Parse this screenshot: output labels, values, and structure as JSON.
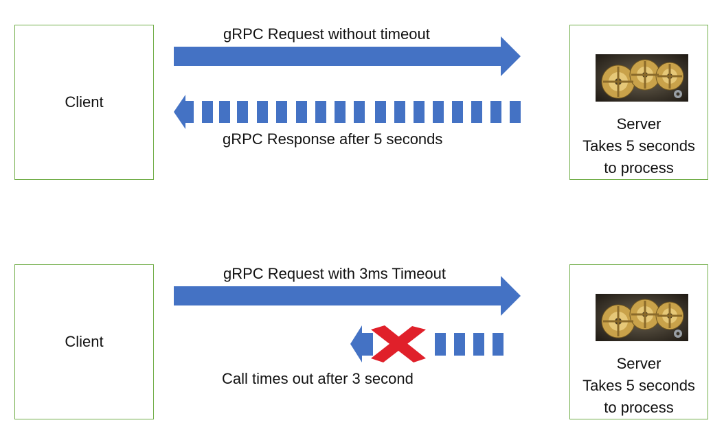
{
  "colors": {
    "arrow": "#4472C4",
    "box_border": "#70AD47",
    "cross": "#E0202A"
  },
  "scenario_top": {
    "client_label": "Client",
    "request_label": "gRPC Request without timeout",
    "response_label": "gRPC Response after 5 seconds",
    "server_lines": [
      "Server",
      "Takes 5 seconds",
      "to process"
    ],
    "server_icon": "gears-icon"
  },
  "scenario_bottom": {
    "client_label": "Client",
    "request_label": "gRPC Request with 3ms Timeout",
    "response_label": "Call times out after 3 second",
    "server_lines": [
      "Server",
      "Takes 5 seconds",
      "to process"
    ],
    "server_icon": "gears-icon",
    "failure_icon": "cross-icon"
  }
}
